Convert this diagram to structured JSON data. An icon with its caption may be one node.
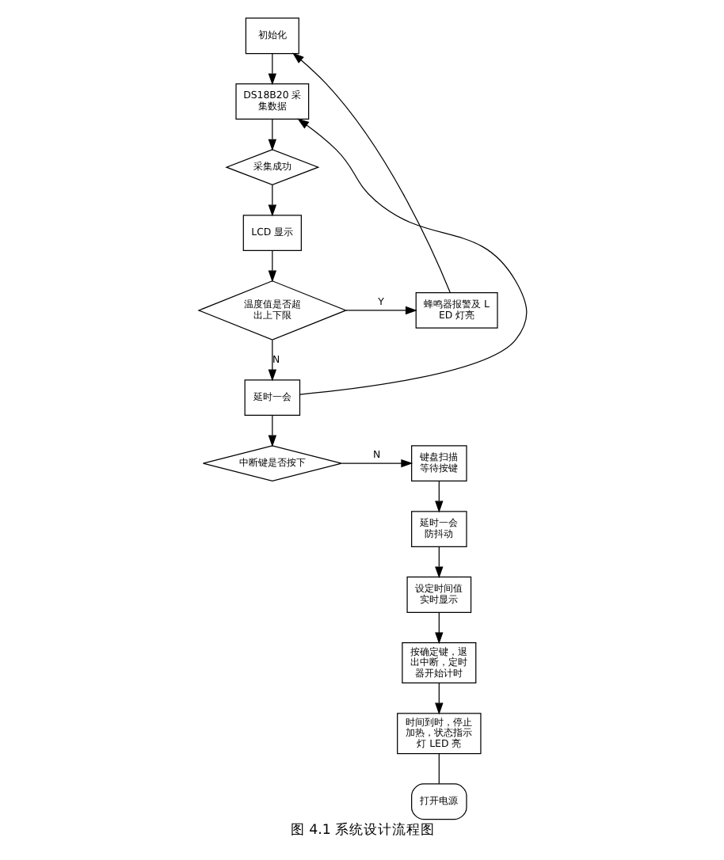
{
  "diagram": {
    "caption": "图 4.1 系统设计流程图",
    "nodes": [
      {
        "text": [
          "打开电源"
        ]
      },
      {
        "text": [
          "初始化"
        ]
      },
      {
        "text": [
          "DS18B20 采集数据"
        ]
      },
      {
        "text": [
          "采集成功"
        ]
      },
      {
        "text": [
          "LCD 显示"
        ]
      },
      {
        "text": [
          "温度值是否超出上下限"
        ]
      },
      {
        "text": [
          "蜂鸣器报警及 LED 灯亮"
        ]
      },
      {
        "text": [
          "延时一会"
        ]
      },
      {
        "text": [
          "中断键是否按下"
        ]
      },
      {
        "text": [
          "键盘扫描等待按键"
        ]
      },
      {
        "text": [
          "延时一会防抖动"
        ]
      },
      {
        "text": [
          "设定时间值实时显示"
        ]
      },
      {
        "text": [
          "按确定键，退出中断，定时器开始计时"
        ]
      },
      {
        "text": [
          "时间到时，停止加热，状态指示灯 LED 亮"
        ]
      }
    ],
    "edges": [
      {
        "from": 1,
        "to": 2,
        "arrow": "to"
      },
      {
        "from": 2,
        "to": 3,
        "arrow": "to"
      },
      {
        "from": 3,
        "to": 4,
        "arrow": "to"
      },
      {
        "from": 4,
        "to": 5,
        "arrow": "to"
      },
      {
        "from": 5,
        "to": 6,
        "arrow": "to",
        "label": "Y"
      },
      {
        "from": 6,
        "to": 1,
        "arrow": "to"
      },
      {
        "from": 5,
        "to": 7,
        "arrow": "to",
        "label": "N"
      },
      {
        "from": 7,
        "to": 2,
        "arrow": "to"
      },
      {
        "from": 7,
        "to": 8,
        "arrow": "to"
      },
      {
        "from": 8,
        "to": 9,
        "arrow": "to",
        "label": "N"
      },
      {
        "from": 9,
        "to": 10,
        "arrow": "to"
      },
      {
        "from": 10,
        "to": 11,
        "arrow": "to"
      },
      {
        "from": 11,
        "to": 12,
        "arrow": "to"
      },
      {
        "from": 12,
        "to": 13,
        "arrow": "to"
      },
      {
        "from": 13,
        "to": 0,
        "arrow": "none"
      }
    ]
  }
}
